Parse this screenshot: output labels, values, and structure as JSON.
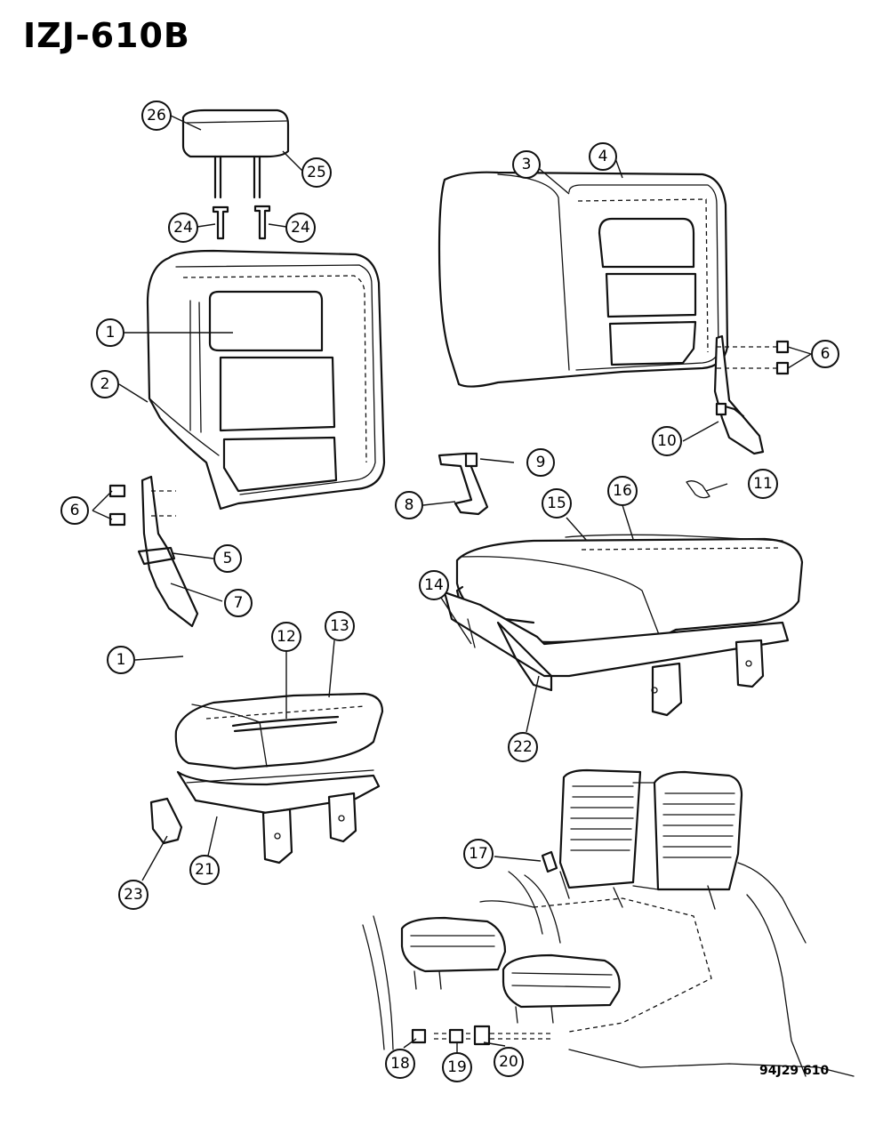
{
  "title": "IZJ-610B",
  "diagram_code": "94J29 610",
  "callouts": [
    {
      "id": "c26-a",
      "label": "26"
    },
    {
      "id": "c25-a",
      "label": "25"
    },
    {
      "id": "c24-a",
      "label": "24"
    },
    {
      "id": "c24-b",
      "label": "24"
    },
    {
      "id": "c3-a",
      "label": "3"
    },
    {
      "id": "c4-a",
      "label": "4"
    },
    {
      "id": "c1-a",
      "label": "1"
    },
    {
      "id": "c2-a",
      "label": "2"
    },
    {
      "id": "c6-a",
      "label": "6"
    },
    {
      "id": "c10-a",
      "label": "10"
    },
    {
      "id": "c9-a",
      "label": "9"
    },
    {
      "id": "c8-a",
      "label": "8"
    },
    {
      "id": "c11-a",
      "label": "11"
    },
    {
      "id": "c6-b",
      "label": "6"
    },
    {
      "id": "c5-a",
      "label": "5"
    },
    {
      "id": "c7-a",
      "label": "7"
    },
    {
      "id": "c16-a",
      "label": "16"
    },
    {
      "id": "c15-a",
      "label": "15"
    },
    {
      "id": "c14-a",
      "label": "14"
    },
    {
      "id": "c1-b",
      "label": "1"
    },
    {
      "id": "c12-a",
      "label": "12"
    },
    {
      "id": "c13-a",
      "label": "13"
    },
    {
      "id": "c22-a",
      "label": "22"
    },
    {
      "id": "c17-a",
      "label": "17"
    },
    {
      "id": "c23-a",
      "label": "23"
    },
    {
      "id": "c21-a",
      "label": "21"
    },
    {
      "id": "c18-a",
      "label": "18"
    },
    {
      "id": "c19-a",
      "label": "19"
    },
    {
      "id": "c20-a",
      "label": "20"
    }
  ]
}
